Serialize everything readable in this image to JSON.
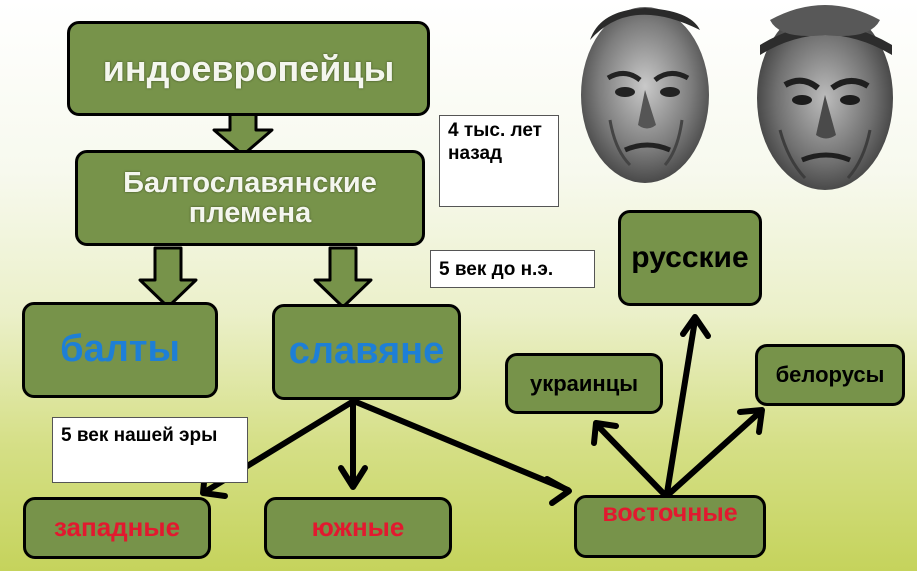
{
  "nodes": {
    "indoeuropeans": "индоевропейцы",
    "baltoslavic": "Балтославянские племена",
    "balts": "балты",
    "slavs": "славяне",
    "western": "западные",
    "southern": "южные",
    "eastern": "восточные",
    "russians": "русские",
    "ukrainians": "украинцы",
    "belarusians": "белорусы"
  },
  "notes": {
    "years_4000": "4 тыс. лет назад",
    "century_5_bc": "5 век до н.э.",
    "century_5_ad": "5 век нашей эры"
  },
  "colors": {
    "box_fill": "#77934a",
    "balts_slavs_text": "#1e7fd6",
    "slavic_branches_text": "#e2192f"
  },
  "images": {
    "faces": "two-ancient-faces-sculptures"
  }
}
